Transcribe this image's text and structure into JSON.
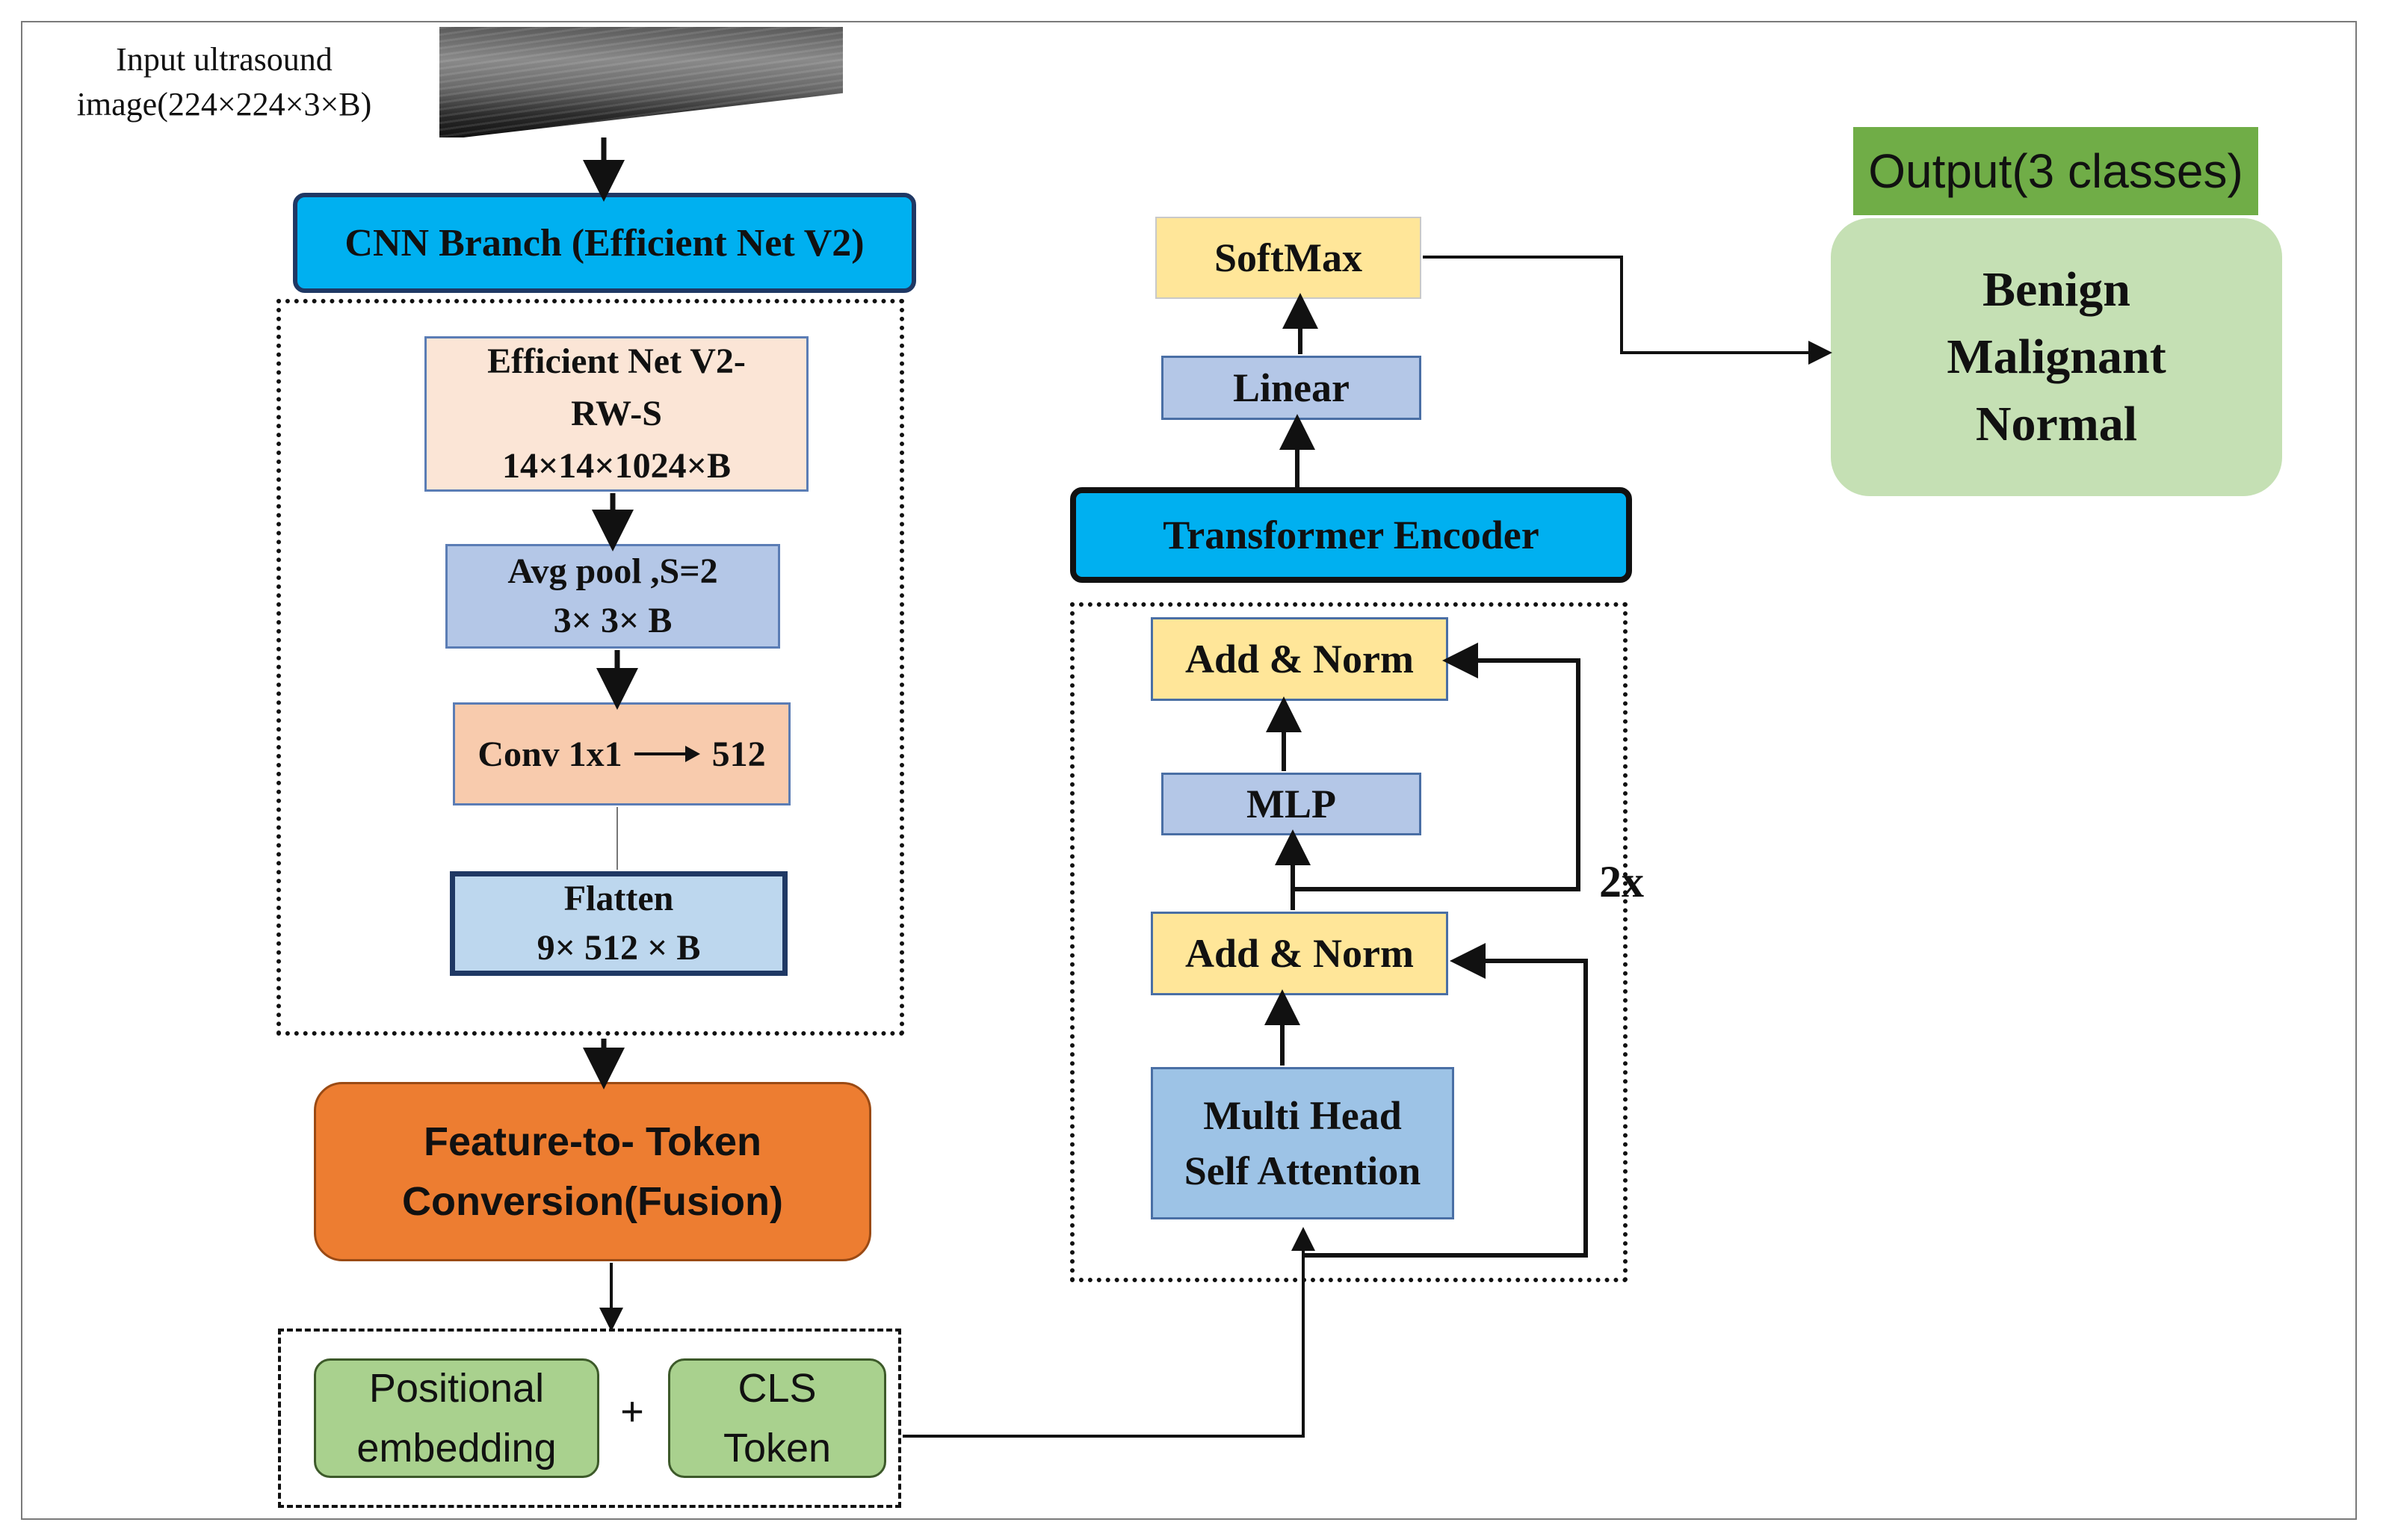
{
  "input": {
    "label_lines": [
      "Input  ultrasound",
      "image(224×224×3×B)"
    ]
  },
  "cnn_branch": {
    "title": "CNN Branch (Efficient Net V2)",
    "blocks": [
      {
        "lines": [
          "Efficient Net V2-",
          "RW-S",
          "14×14×1024×B"
        ]
      },
      {
        "lines": [
          "Avg pool ,S=2",
          "3× 3× B"
        ]
      },
      {
        "lines": [
          "Conv 1x1",
          "512"
        ]
      },
      {
        "lines": [
          "Flatten",
          "9× 512 × B"
        ]
      }
    ]
  },
  "fusion": {
    "lines": [
      "Feature-to- Token",
      "Conversion(Fusion)"
    ]
  },
  "embedding": {
    "positional_lines": [
      "Positional",
      "embedding"
    ],
    "plus": "+",
    "cls_lines": [
      "CLS",
      "Token"
    ]
  },
  "transformer": {
    "title": "Transformer Encoder",
    "attention_lines": [
      "Multi Head",
      "Self Attention"
    ],
    "add_norm_lower": "Add & Norm",
    "mlp": "MLP",
    "add_norm_upper": "Add & Norm",
    "repeat": "2x"
  },
  "head": {
    "linear": "Linear",
    "softmax": "SoftMax"
  },
  "output": {
    "title": "Output(3 classes)",
    "classes": [
      "Benign",
      "Malignant",
      "Normal"
    ]
  },
  "colors": {
    "cyan": "#00b0f0",
    "peach_light": "#fbe5d6",
    "peach": "#f8cbad",
    "blue_light": "#b4c7e7",
    "blue_flatten": "#bdd7ee",
    "blue_attention": "#9dc3e6",
    "yellow": "#ffe699",
    "orange": "#ed7d31",
    "green": "#a9d18e",
    "green_dark": "#70ad47",
    "green_light": "#c5e0b4",
    "navy": "#1f3864"
  }
}
